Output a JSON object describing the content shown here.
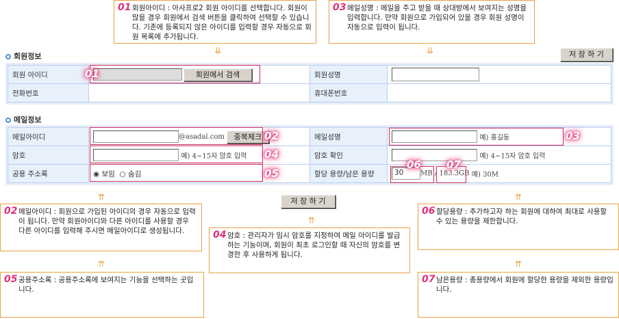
{
  "callouts": {
    "c01": {
      "num": "01",
      "text": "회원아이디 : 아사프로2 회원 아이디를 선택합니다. 회원이 많을 경우 회원에서 검색 버튼을 클릭하여 선택할 수 있습니 다. 기존에 등록되지 않은 아이디를 입력할 경우 자동으로 회원 목록에 추가됩니다."
    },
    "c02": {
      "num": "02",
      "text": "메일아이디 : 회원으로 가입된 아이디의 경우 자동으로 입력이 됩니다. 만약 회원아이디와 다른 아이디를 사용할 경우 다른 아이디를 입력해 주시면 메일아이디로 생성됩니다."
    },
    "c03": {
      "num": "03",
      "text": "메일성명 : 메일을 주고 받을 때 상대방에서 보여지는 성명을 입력합니다. 만약 회원으로 가입되어 있을 경우 회원 성명이 자동으로 입력이 됩니다."
    },
    "c04": {
      "num": "04",
      "text": "암호 : 관리자가 임시 암호를 지정하여 메일 아이디를 발급하는 기능이며, 회원이 최초 로그인할 때 자신의 암호를 변경한 후 사용하게 됩니다."
    },
    "c05": {
      "num": "05",
      "text": "공용주소록 : 공용주소록에 보여지는 기능을 선택하는 곳입니다."
    },
    "c06": {
      "num": "06",
      "text": "할당용량 : 추가하고자 하는 회원에 대하여 최대로 사용할 수 있는 용량을 제한합니다."
    },
    "c07": {
      "num": "07",
      "text": "남은용량 : 총용량에서 회원에 할당한 용량을 제외한 용량입니다."
    }
  },
  "arrow": "⇊",
  "save_label": "저 장 하 기",
  "member": {
    "title": "회원정보",
    "id_label": "회원 아이디",
    "search_btn": "회원에서 검색",
    "name_label": "회원성명",
    "phone_label": "전화번호",
    "mobile_label": "휴대폰번호"
  },
  "mail": {
    "title": "메일정보",
    "id_label": "메일아이디",
    "domain": "@asadal.com",
    "dup_btn": "중복체크",
    "name_label": "메일성명",
    "name_hint": "예) 홍길동",
    "pw_label": "암호",
    "pw_hint": "예) 4~15자 암호 입력",
    "pw_confirm_label": "암호 확인",
    "pw_confirm_hint": "예) 4~15자 암호 입력",
    "addr_label": "공용 주소록",
    "show": "보임",
    "hide": "숨김",
    "quota_label": "할당 용량/남은 용량",
    "quota_value": "30",
    "quota_unit": "MB",
    "remaining": "/ 183.3GB",
    "quota_hint": "예) 30M"
  },
  "badges": {
    "b01": "01",
    "b02": "02",
    "b03": "03",
    "b04": "04",
    "b05": "05",
    "b06": "06",
    "b07": "07"
  }
}
